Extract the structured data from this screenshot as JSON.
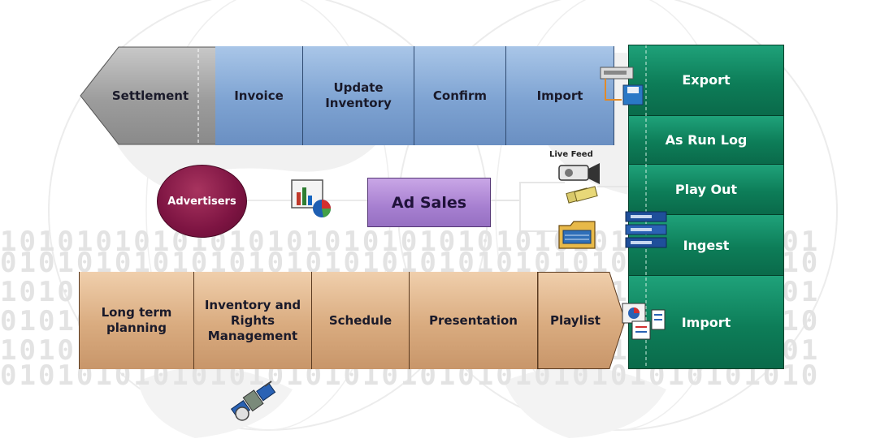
{
  "top_flow": {
    "settlement": "Settlement",
    "invoice": "Invoice",
    "update_inventory": "Update Inventory",
    "confirm": "Confirm",
    "import": "Import"
  },
  "bottom_flow": {
    "long_term_planning": "Long term planning",
    "inventory_rights": "Inventory and Rights Management",
    "schedule": "Schedule",
    "presentation": "Presentation",
    "playlist": "Playlist"
  },
  "right_column": {
    "export": "Export",
    "as_run_log": "As Run Log",
    "play_out": "Play Out",
    "ingest": "Ingest",
    "import": "Import"
  },
  "advertisers": "Advertisers",
  "ad_sales": "Ad Sales",
  "live_feed": "Live Feed",
  "background": {
    "binary_row1": "1010101010101010101010101010101010101010101",
    "binary_row2": "0101010101010101010101010101010101010101010",
    "binary_row3": "1010101010101010101010101010101010101010101",
    "binary_row4": "0101010101010101010101010101010101010101010",
    "binary_row5": "1010101010101010101010101010101010101010101",
    "binary_row6": "0101010101010101010101010101010101010101010"
  },
  "colors": {
    "blue_process": "#7ea3d2",
    "tan_process": "#d9ab7f",
    "green_column": "#0d7d58",
    "advertisers_oval": "#7d1442",
    "ad_sales_box": "#a67fd0",
    "settlement_arrow": "#9a9a9a"
  },
  "icons": [
    "chart-icon",
    "server-disk-icon",
    "camera-icon",
    "money-icon",
    "folder-icon",
    "rack-icon",
    "schedule-report-icon",
    "satellite-icon"
  ]
}
